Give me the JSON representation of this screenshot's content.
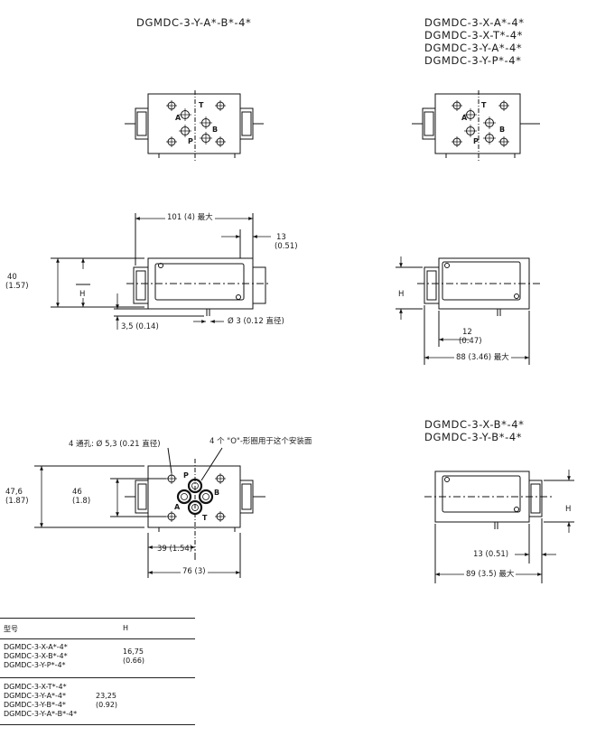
{
  "titles": {
    "top_left": "DGMDC-3-Y-A*-B*-4*",
    "top_right": [
      "DGMDC-3-X-A*-4*",
      "DGMDC-3-X-T*-4*",
      "DGMDC-3-Y-A*-4*",
      "DGMDC-3-Y-P*-4*"
    ],
    "mid_right": [
      "DGMDC-3-X-B*-4*",
      "DGMDC-3-Y-B*-4*"
    ]
  },
  "ports": {
    "a": "A",
    "t": "T",
    "b": "B",
    "p": "P"
  },
  "dims_side_left": {
    "length": "101 (4) 最大",
    "offset_right": [
      "13",
      "(0.51)"
    ],
    "height": [
      "40",
      "(1.57)"
    ],
    "h": "H",
    "bottom_offset": "3,5 (0.14)",
    "pin": "Ø 3 (0.12 直径)"
  },
  "dims_side_right": {
    "h": "H",
    "offset": [
      "12",
      "(0.47)"
    ],
    "length": "88 (3.46) 最大"
  },
  "dims_mount": {
    "holes": "4 通孔: Ø 5,3 (0.21 直径)",
    "orings": "4 个 \"O\"-形圈用于这个安装面",
    "height_outer": [
      "47,6",
      "(1.87)"
    ],
    "height_inner": [
      "46",
      "(1.8)"
    ],
    "width_half": "39 (1.54)",
    "width": "76 (3)"
  },
  "dims_side_b": {
    "h": "H",
    "offset": "13 (0.51)",
    "length": "89 (3.5) 最大"
  },
  "table": {
    "headers": [
      "型号",
      "H"
    ],
    "groups": [
      {
        "models": [
          "DGMDC-3-X-A*-4*",
          "DGMDC-3-X-B*-4*",
          "DGMDC-3-Y-P*-4*"
        ],
        "h": [
          "16,75",
          "(0.66)"
        ]
      },
      {
        "models": [
          "DGMDC-3-X-T*-4*",
          "DGMDC-3-Y-A*-4*",
          "DGMDC-3-Y-B*-4*",
          "DGMDC-3-Y-A*-B*-4*"
        ],
        "h": [
          "23,25",
          "(0.92)"
        ]
      }
    ]
  }
}
